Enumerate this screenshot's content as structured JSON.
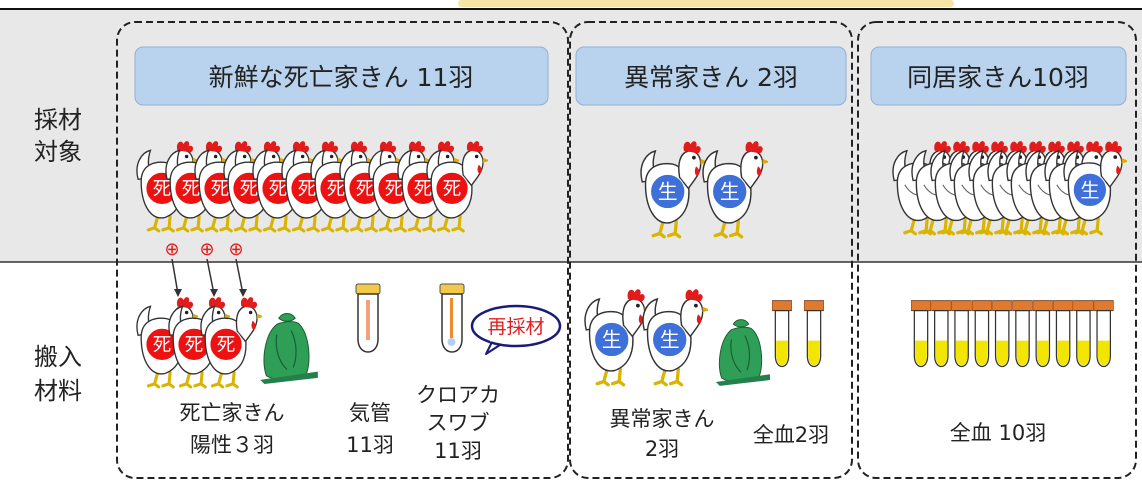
{
  "rows": {
    "sampling": "採材\n対象",
    "submitted": "搬入\n材料"
  },
  "groups": [
    {
      "title": "新鮮な死亡家きん 11羽"
    },
    {
      "title": "異常家きん 2羽"
    },
    {
      "title": "同居家きん10羽"
    }
  ],
  "badges": {
    "dead": "死",
    "live": "生",
    "positive": "⊕",
    "resample": "再採材"
  },
  "materials": {
    "dead_pos": "死亡家きん\n陽性３羽",
    "trachea": "気管\n11羽",
    "cloaca": "クロアカ\nスワブ\n11羽",
    "abnormal": "異常家きん\n2羽",
    "blood2": "全血2羽",
    "blood10": "全血 10羽"
  },
  "colors": {
    "header_bar": "#f5e6a8",
    "row_bg": "#e8e8e8",
    "title_box": "#b9d3ee",
    "dead_badge": "#ee1111",
    "live_badge": "#3f6fd8",
    "bag": "#2f9e57",
    "tube_cap": "#e07a2e",
    "blood_fill": "#f2e600",
    "resample_border": "#1a1a7a",
    "resample_text": "#e02020"
  }
}
